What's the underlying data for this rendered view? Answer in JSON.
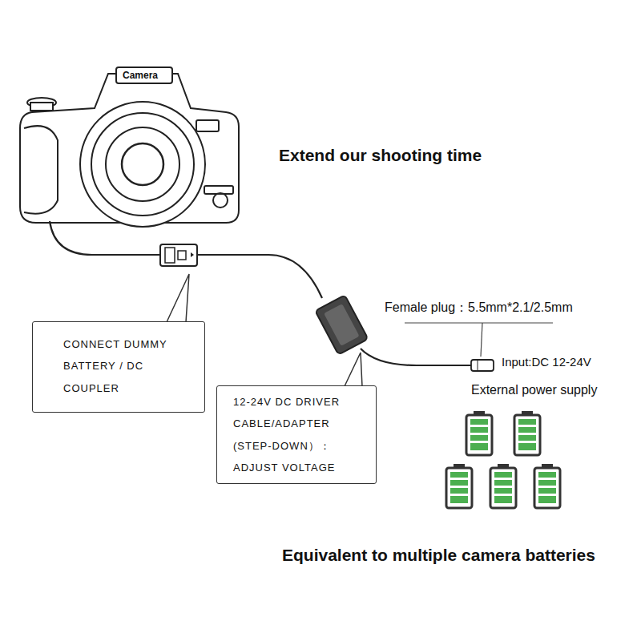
{
  "diagram": {
    "nodes": [
      {
        "text": [
          "CONNECT DUMMY BATTERY / DC COUPLER"
        ]
      },
      {
        "text": [
          "12-24V DC DRIVER CABLE/ADAPTER (STEP-DOWN）： ADJUST VOLTAGE"
        ]
      }
    ],
    "labels": [
      "Camera",
      "Extend our shooting time",
      "Female plug：5.5mm*2.1/2.5mm",
      "Input:DC 12-24V",
      "External power supply",
      "Equivalent to multiple camera batteries"
    ]
  }
}
